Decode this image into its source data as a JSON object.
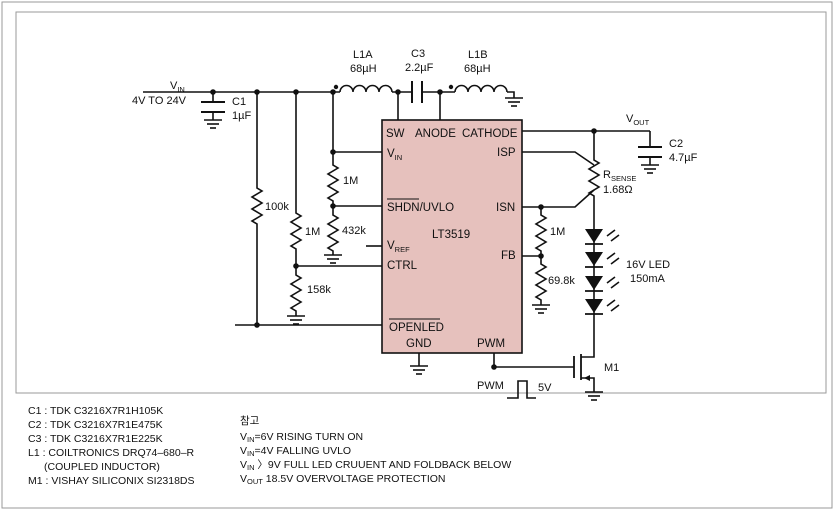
{
  "ic": {
    "name": "LT3519",
    "pins": {
      "sw": "SW",
      "anode": "ANODE",
      "cathode": "CATHODE",
      "vin": "V",
      "vin_sub": "IN",
      "isp": "ISP",
      "shdn": "SHDN",
      "uvlo": "/UVLO",
      "isn": "ISN",
      "vref": "V",
      "vref_sub": "REF",
      "ctrl": "CTRL",
      "fb": "FB",
      "openled": "OPENLED",
      "gnd": "GND",
      "pwm": "PWM"
    }
  },
  "input": {
    "vin": "V",
    "vin_sub": "IN",
    "range": "4V TO 24V"
  },
  "output": {
    "vout": "V",
    "vout_sub": "OUT"
  },
  "components": {
    "c1": {
      "name": "C1",
      "value": "1µF"
    },
    "c2": {
      "name": "C2",
      "value": "4.7µF"
    },
    "c3": {
      "name": "C3",
      "value": "2.2µF"
    },
    "l1a": {
      "name": "L1A",
      "value": "68µH"
    },
    "l1b": {
      "name": "L1B",
      "value": "68µH"
    },
    "r100k": "100k",
    "r1m_left": "1M",
    "r1m_top": "1M",
    "r432k": "432k",
    "r158k": "158k",
    "r1m_fb": "1M",
    "r69k": "69.8k",
    "rsense": {
      "name": "R",
      "sub": "SENSE",
      "value": "1.68Ω"
    },
    "led": {
      "voltage": "16V LED",
      "current": "150mA"
    },
    "m1": "M1",
    "pwm_source": {
      "label": "PWM",
      "amplitude": "5V"
    }
  },
  "bom": [
    "C1 : TDK C3216X7R1H105K",
    "C2 : TDK C3216X7R1E475K",
    "C3 : TDK C3216X7R1E225K",
    "L1 : COILTRONICS DRQ74–680–R",
    "(COUPLED INDUCTOR)",
    "M1 : VISHAY SILICONIX SI2318DS"
  ],
  "notes": {
    "heading": "참고",
    "items": [
      {
        "sym": "V",
        "sub": "IN",
        "text": "=6V RISING TURN ON"
      },
      {
        "sym": "V",
        "sub": "IN",
        "text": "=4V FALLING UVLO"
      },
      {
        "sym": "V",
        "sub": "IN",
        "text": " 〉9V FULL LED CRUUENT AND FOLDBACK BELOW"
      },
      {
        "sym": "V",
        "sub": "OUT",
        "text": " 18.5V OVERVOLTAGE PROTECTION"
      }
    ]
  }
}
